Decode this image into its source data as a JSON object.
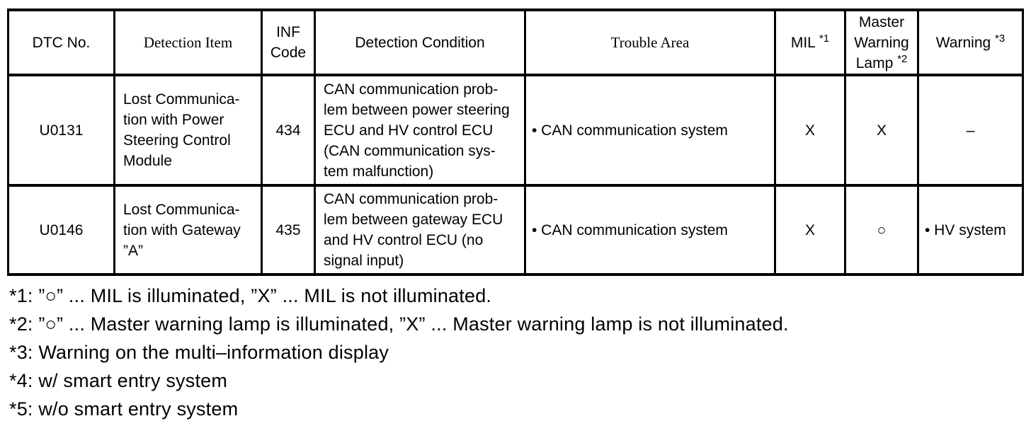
{
  "table": {
    "headers": {
      "dtc_no": "DTC No.",
      "detection_item": "Detection Item",
      "inf_code": "INF\nCode",
      "detection_condition": "Detection Condition",
      "trouble_area": "Trouble Area",
      "mil": {
        "label": "MIL",
        "sup": "*1"
      },
      "master_warning_lamp": {
        "label": "Master Warning Lamp",
        "sup": "*2"
      },
      "warning": {
        "label": "Warning",
        "sup": "*3"
      }
    },
    "rows": [
      {
        "dtc_no": "U0131",
        "detection_item": "Lost Communica-\ntion with Power\nSteering Control\nModule",
        "inf_code": "434",
        "detection_condition": "CAN communication prob-\nlem between power steering\nECU and HV control ECU\n(CAN communication sys-\ntem malfunction)",
        "trouble_area": "• CAN communication system",
        "mil": "X",
        "master_warning_lamp": "X",
        "warning": "–"
      },
      {
        "dtc_no": "U0146",
        "detection_item": "Lost Communica-\ntion with Gateway\n”A”",
        "inf_code": "435",
        "detection_condition": "CAN communication prob-\nlem between gateway ECU\nand HV control ECU (no\nsignal input)",
        "trouble_area": "• CAN communication system",
        "mil": "X",
        "master_warning_lamp": "○",
        "warning": "• HV system"
      }
    ]
  },
  "footnotes": [
    "*1: ”○” ... MIL is illuminated, ”X” ... MIL is not illuminated.",
    "*2: ”○” ... Master warning lamp is illuminated, ”X” ... Master warning lamp is not illuminated.",
    "*3: Warning on the multi–information display",
    "*4: w/ smart entry system",
    "*5: w/o smart entry system"
  ]
}
